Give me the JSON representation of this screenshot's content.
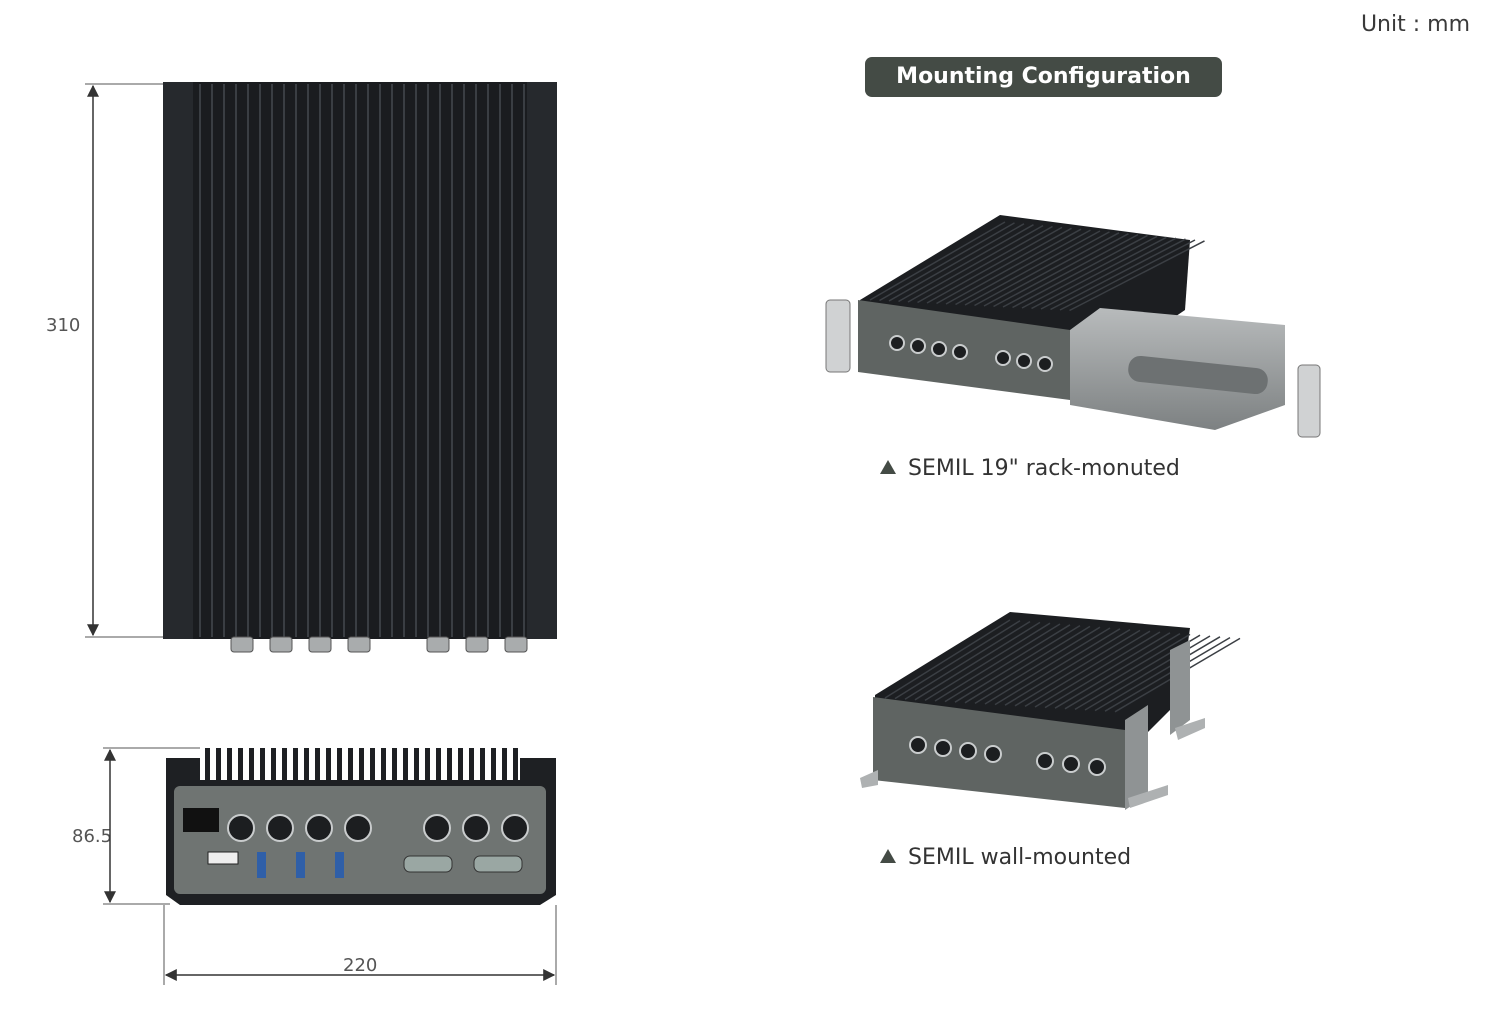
{
  "header": {
    "unit_label": "Unit : mm"
  },
  "mounting": {
    "title": "Mounting Configuration",
    "rack_caption": "SEMIL 19\" rack-monuted",
    "wall_caption": "SEMIL wall-mounted"
  },
  "dimensions": {
    "depth": "310",
    "height": "86.5",
    "width": "220"
  },
  "colors": {
    "title_bg": "#444b45",
    "chassis": "#1a1c1f",
    "panel": "#6f7472",
    "bracket": "#8c8f90"
  }
}
